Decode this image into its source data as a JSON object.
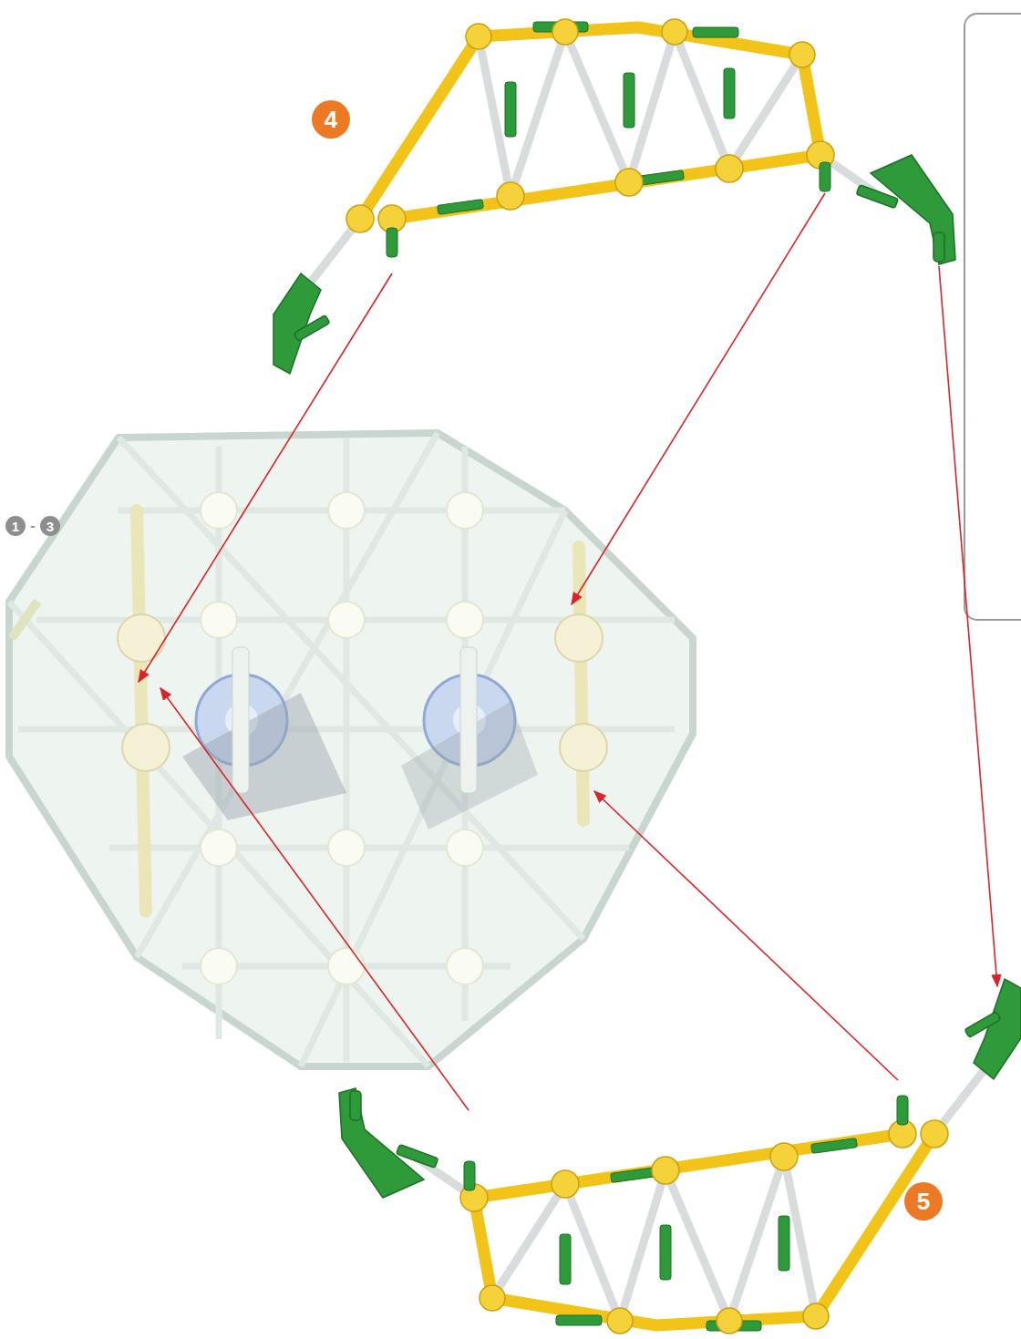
{
  "diagram": {
    "labels": [
      "4",
      "1",
      "-",
      "3",
      "5"
    ]
  }
}
